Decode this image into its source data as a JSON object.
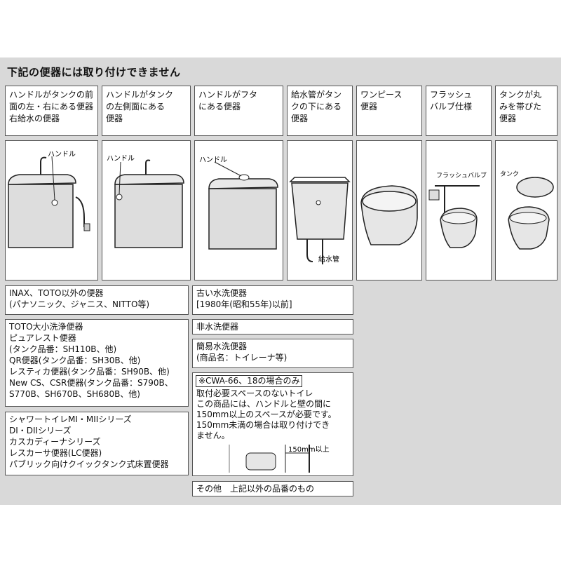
{
  "heading": "下記の便器には取り付けできません",
  "categories": [
    {
      "title": "ハンドルがタンクの前\n面の左・右にある便器\n右給水の便器",
      "callout": "ハンドル"
    },
    {
      "title": "ハンドルがタンク\nの左側面にある\n便器",
      "callout": "ハンドル"
    },
    {
      "title": "ハンドルがフタ\nにある便器",
      "callout": "ハンドル"
    },
    {
      "title": "給水管がタン\nクの下にある\n便器",
      "callout": "給水管"
    },
    {
      "title": "ワンピース\n便器",
      "callout": ""
    },
    {
      "title": "フラッシュ\nバルブ仕様",
      "callout": "フラッシュバルブ"
    },
    {
      "title": "タンクが丸\nみを帯びた\n便器",
      "callout": "タンク"
    }
  ],
  "left_list": [
    "INAX、TOTO以外の便器\n(パナソニック、ジャニス、NITTO等)",
    "TOTO大小洗浄便器\nピュアレスト便器\n(タンク品番：SH110B、他)\nQR便器(タンク品番：SH30B、他)\nレスティカ便器(タンク品番：SH90B、他)\nNew CS、CSR便器(タンク品番：S790B、\nS770B、SH670B、SH680B、他)",
    "シャワートイレMI・MIIシリーズ\nDI・DIIシリーズ\nカスカディーナシリーズ\nレスカーサ便器(LC便器)\nパブリック向けクイックタンク式床置便器"
  ],
  "right_list": [
    "古い水洗便器\n[1980年(昭和55年)以前]",
    "非水洗便器",
    "簡易水洗便器\n(商品名：トイレーナ等)"
  ],
  "note": {
    "title": "※CWA-66、18の場合のみ",
    "body": "取付必要スペースのないトイレ\nこの商品には、ハンドルと壁の間に\n150mm以上のスペースが必要です。\n150mm未満の場合は取り付けでき\nません。",
    "dimension": "150mm以上"
  },
  "other": "その他　上記以外の品番のもの"
}
